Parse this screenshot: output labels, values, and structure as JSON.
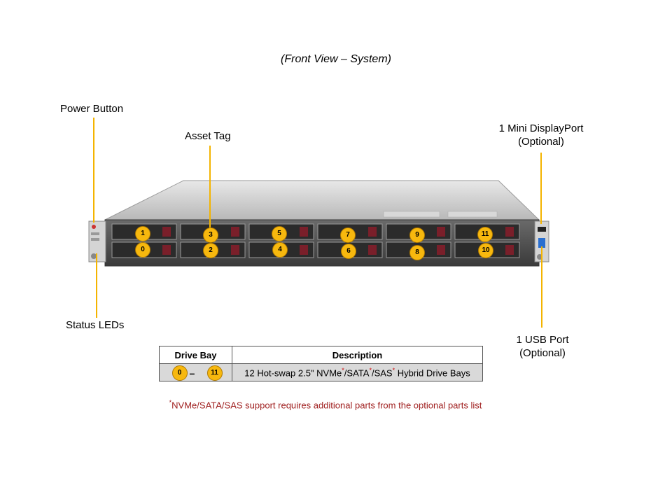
{
  "caption": "(Front View – System)",
  "labels": {
    "power_button": "Power Button",
    "asset_tag": "Asset Tag",
    "mini_dp_line1": "1 Mini DisplayPort",
    "mini_dp_line2": "(Optional)",
    "status_leds": "Status LEDs",
    "usb_line1": "1 USB Port",
    "usb_line2": "(Optional)"
  },
  "bays": {
    "top_row": [
      "1",
      "3",
      "5",
      "7",
      "9",
      "11"
    ],
    "bottom_row": [
      "0",
      "2",
      "4",
      "6",
      "8",
      "10"
    ]
  },
  "table": {
    "headers": [
      "Drive Bay",
      "Description"
    ],
    "range_start": "0",
    "range_dash": "–",
    "range_end": "11",
    "desc_part1": "12 Hot-swap 2.5\" NVMe",
    "desc_sep1": "/SATA",
    "desc_sep2": "/SAS",
    "desc_part2": " Hybrid Drive Bays",
    "asterisk": "*"
  },
  "footnote": {
    "asterisk": "*",
    "text": "NVMe/SATA/SAS support requires additional parts from the optional parts list"
  },
  "colors": {
    "callout": "#f4b400",
    "badge": "#f7b80e",
    "footnote": "#a02020"
  }
}
